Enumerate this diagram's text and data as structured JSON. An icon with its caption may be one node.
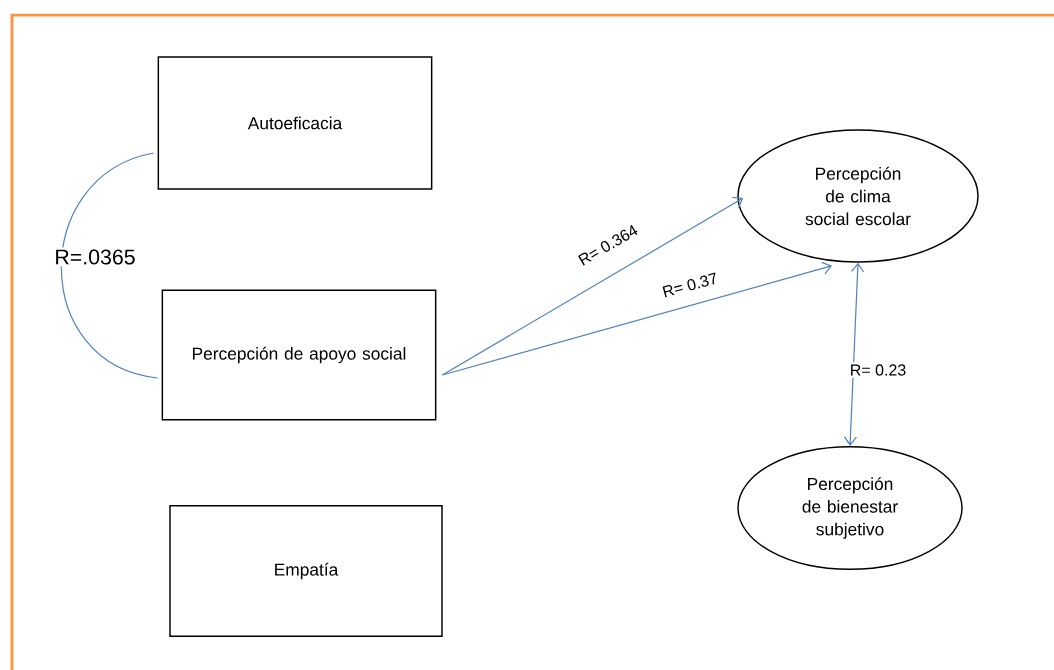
{
  "diagram": {
    "nodes": [
      {
        "text": [
          "Autoeficacia"
        ]
      },
      {
        "text": [
          "Percepción de apoyo social"
        ]
      },
      {
        "text": [
          "Empatía"
        ]
      },
      {
        "text": [
          "Percepción de clima social escolar"
        ]
      },
      {
        "text": [
          "Percepción de bienestar subjetivo"
        ]
      }
    ],
    "edges": [
      {
        "from": 0,
        "to": 1,
        "arrow": "none",
        "label": "R=.0365"
      },
      {
        "from": 1,
        "to": 3,
        "arrow": "to",
        "label": "R= 0.364"
      },
      {
        "from": 1,
        "to": 3,
        "arrow": "to",
        "label": "R= 0.37"
      },
      {
        "from": 3,
        "to": 4,
        "arrow": "both",
        "label": "R= 0.23"
      }
    ]
  }
}
